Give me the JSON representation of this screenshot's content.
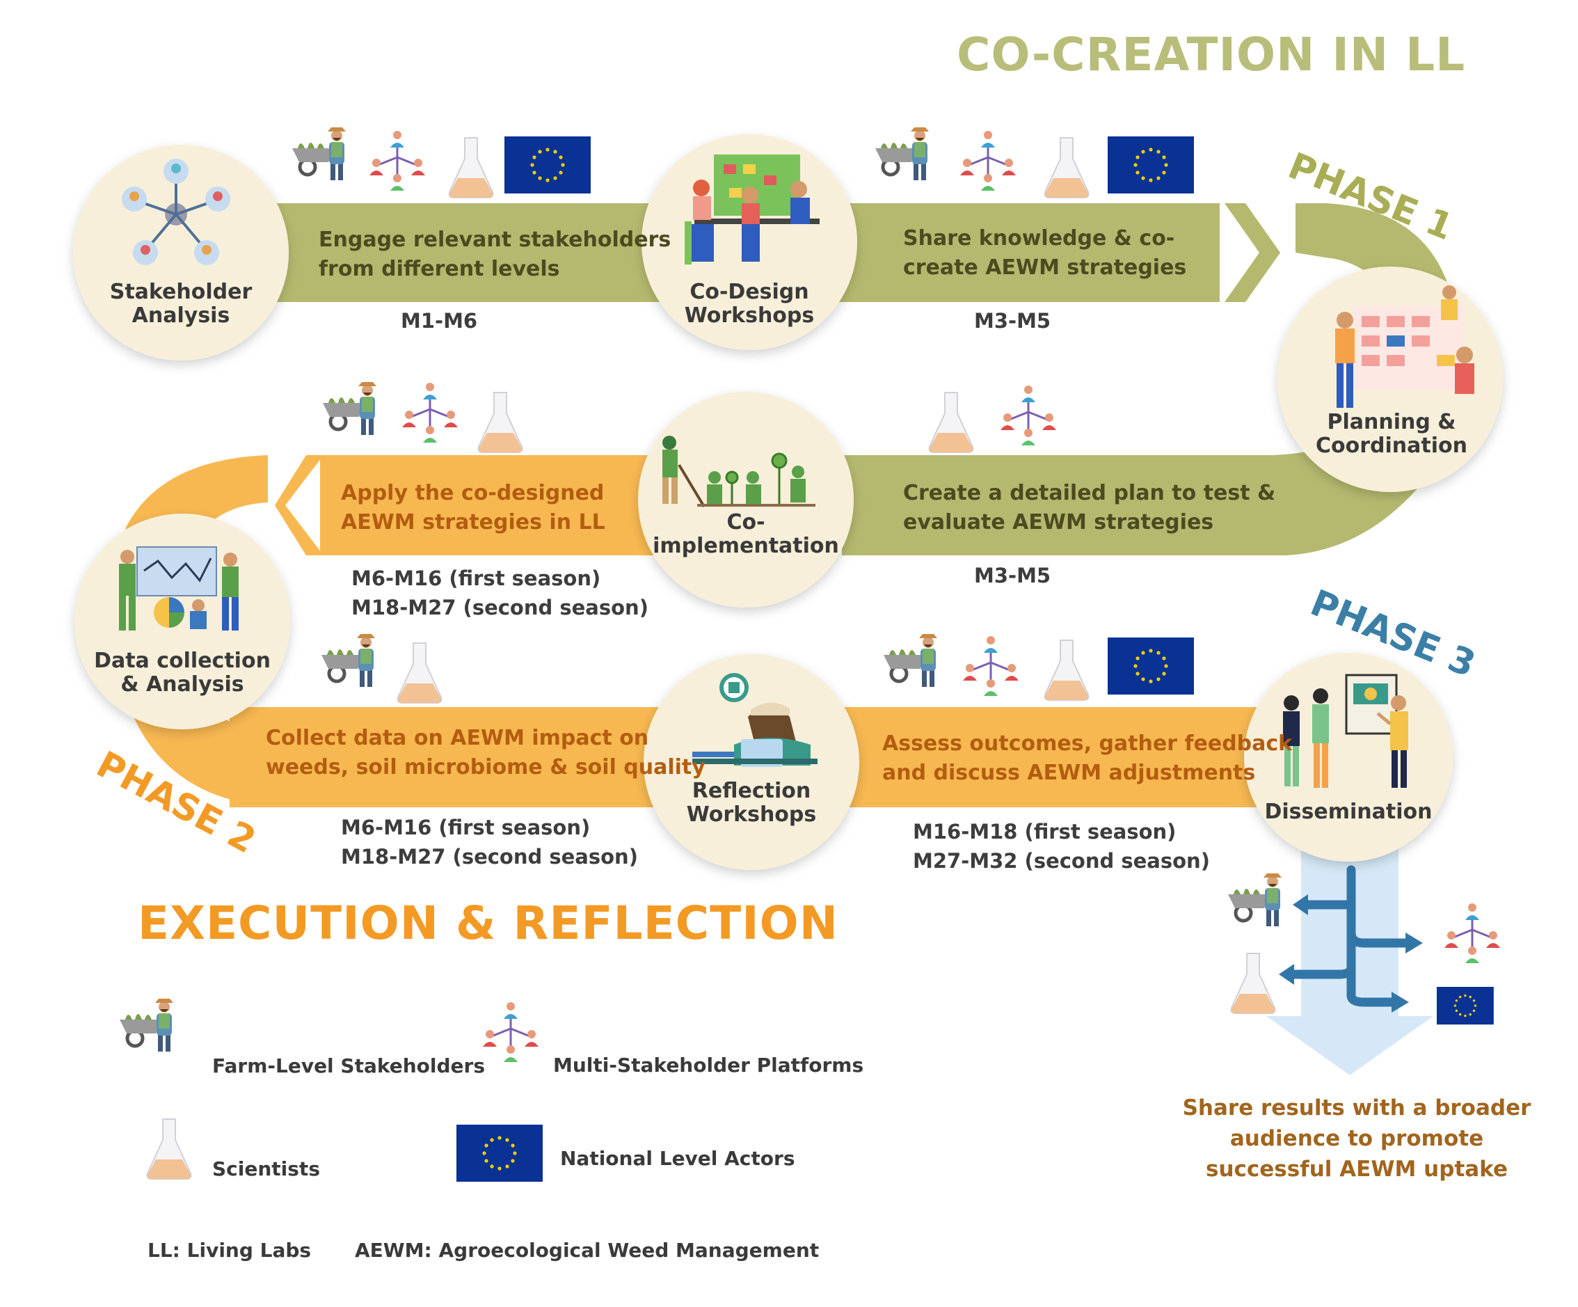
{
  "title": "CO-CREATION IN LL",
  "subtitle": "EXECUTION & REFLECTION",
  "phases": [
    "PHASE 1",
    "PHASE 2",
    "PHASE 3"
  ],
  "nodes": {
    "stakeholder_analysis": "Stakeholder Analysis",
    "co_design": "Co-Design Workshops",
    "planning": "Planning & Coordination",
    "co_implementation": "Co- implementation",
    "data_collection": "Data collection & Analysis",
    "reflection": "Reflection Workshops",
    "dissemination": "Dissemination"
  },
  "steps": [
    {
      "text": [
        "Engage relevant stakeholders",
        "from different levels"
      ],
      "time": [
        "M1-M6"
      ]
    },
    {
      "text": [
        "Share knowledge & co-",
        "create AEWM strategies"
      ],
      "time": [
        "M3-M5"
      ]
    },
    {
      "text": [
        "Create a detailed plan to test &",
        "evaluate AEWM strategies"
      ],
      "time": [
        "M3-M5"
      ]
    },
    {
      "text": [
        "Apply the co-designed",
        "AEWM strategies in LL"
      ],
      "time": [
        "M6-M16 (first season)",
        "M18-M27 (second season)"
      ]
    },
    {
      "text": [
        "Collect data on AEWM impact on",
        "weeds, soil microbiome & soil quality"
      ],
      "time": [
        "M6-M16 (first season)",
        "M18-M27 (second season)"
      ]
    },
    {
      "text": [
        "Assess outcomes, gather feedback",
        "and discuss AEWM adjustments"
      ],
      "time": [
        "M16-M18 (first season)",
        "M27-M32 (second season)"
      ]
    }
  ],
  "share_results": [
    "Share results with a broader",
    "audience to promote",
    "successful AEWM uptake"
  ],
  "legend": {
    "farm": "Farm-Level Stakeholders",
    "multi": "Multi-Stakeholder Platforms",
    "scientists": "Scientists",
    "national": "National Level Actors"
  },
  "abbreviations": {
    "ll": "LL: Living Labs",
    "aewm": "AEWM: Agroecological Weed Management"
  },
  "colors": {
    "green_band": "#b5b96f",
    "orange_band": "#f8b851",
    "circle_fill": "#f7efd9",
    "phase1": "#a9ad55",
    "phase2": "#f39a25",
    "phase3": "#3b7fa6",
    "arrow_blue": "#3276a8",
    "eu_blue": "#0a3295"
  },
  "icons": [
    "farmer-wheelbarrow-icon",
    "network-people-icon",
    "flask-icon",
    "eu-flag-icon"
  ]
}
